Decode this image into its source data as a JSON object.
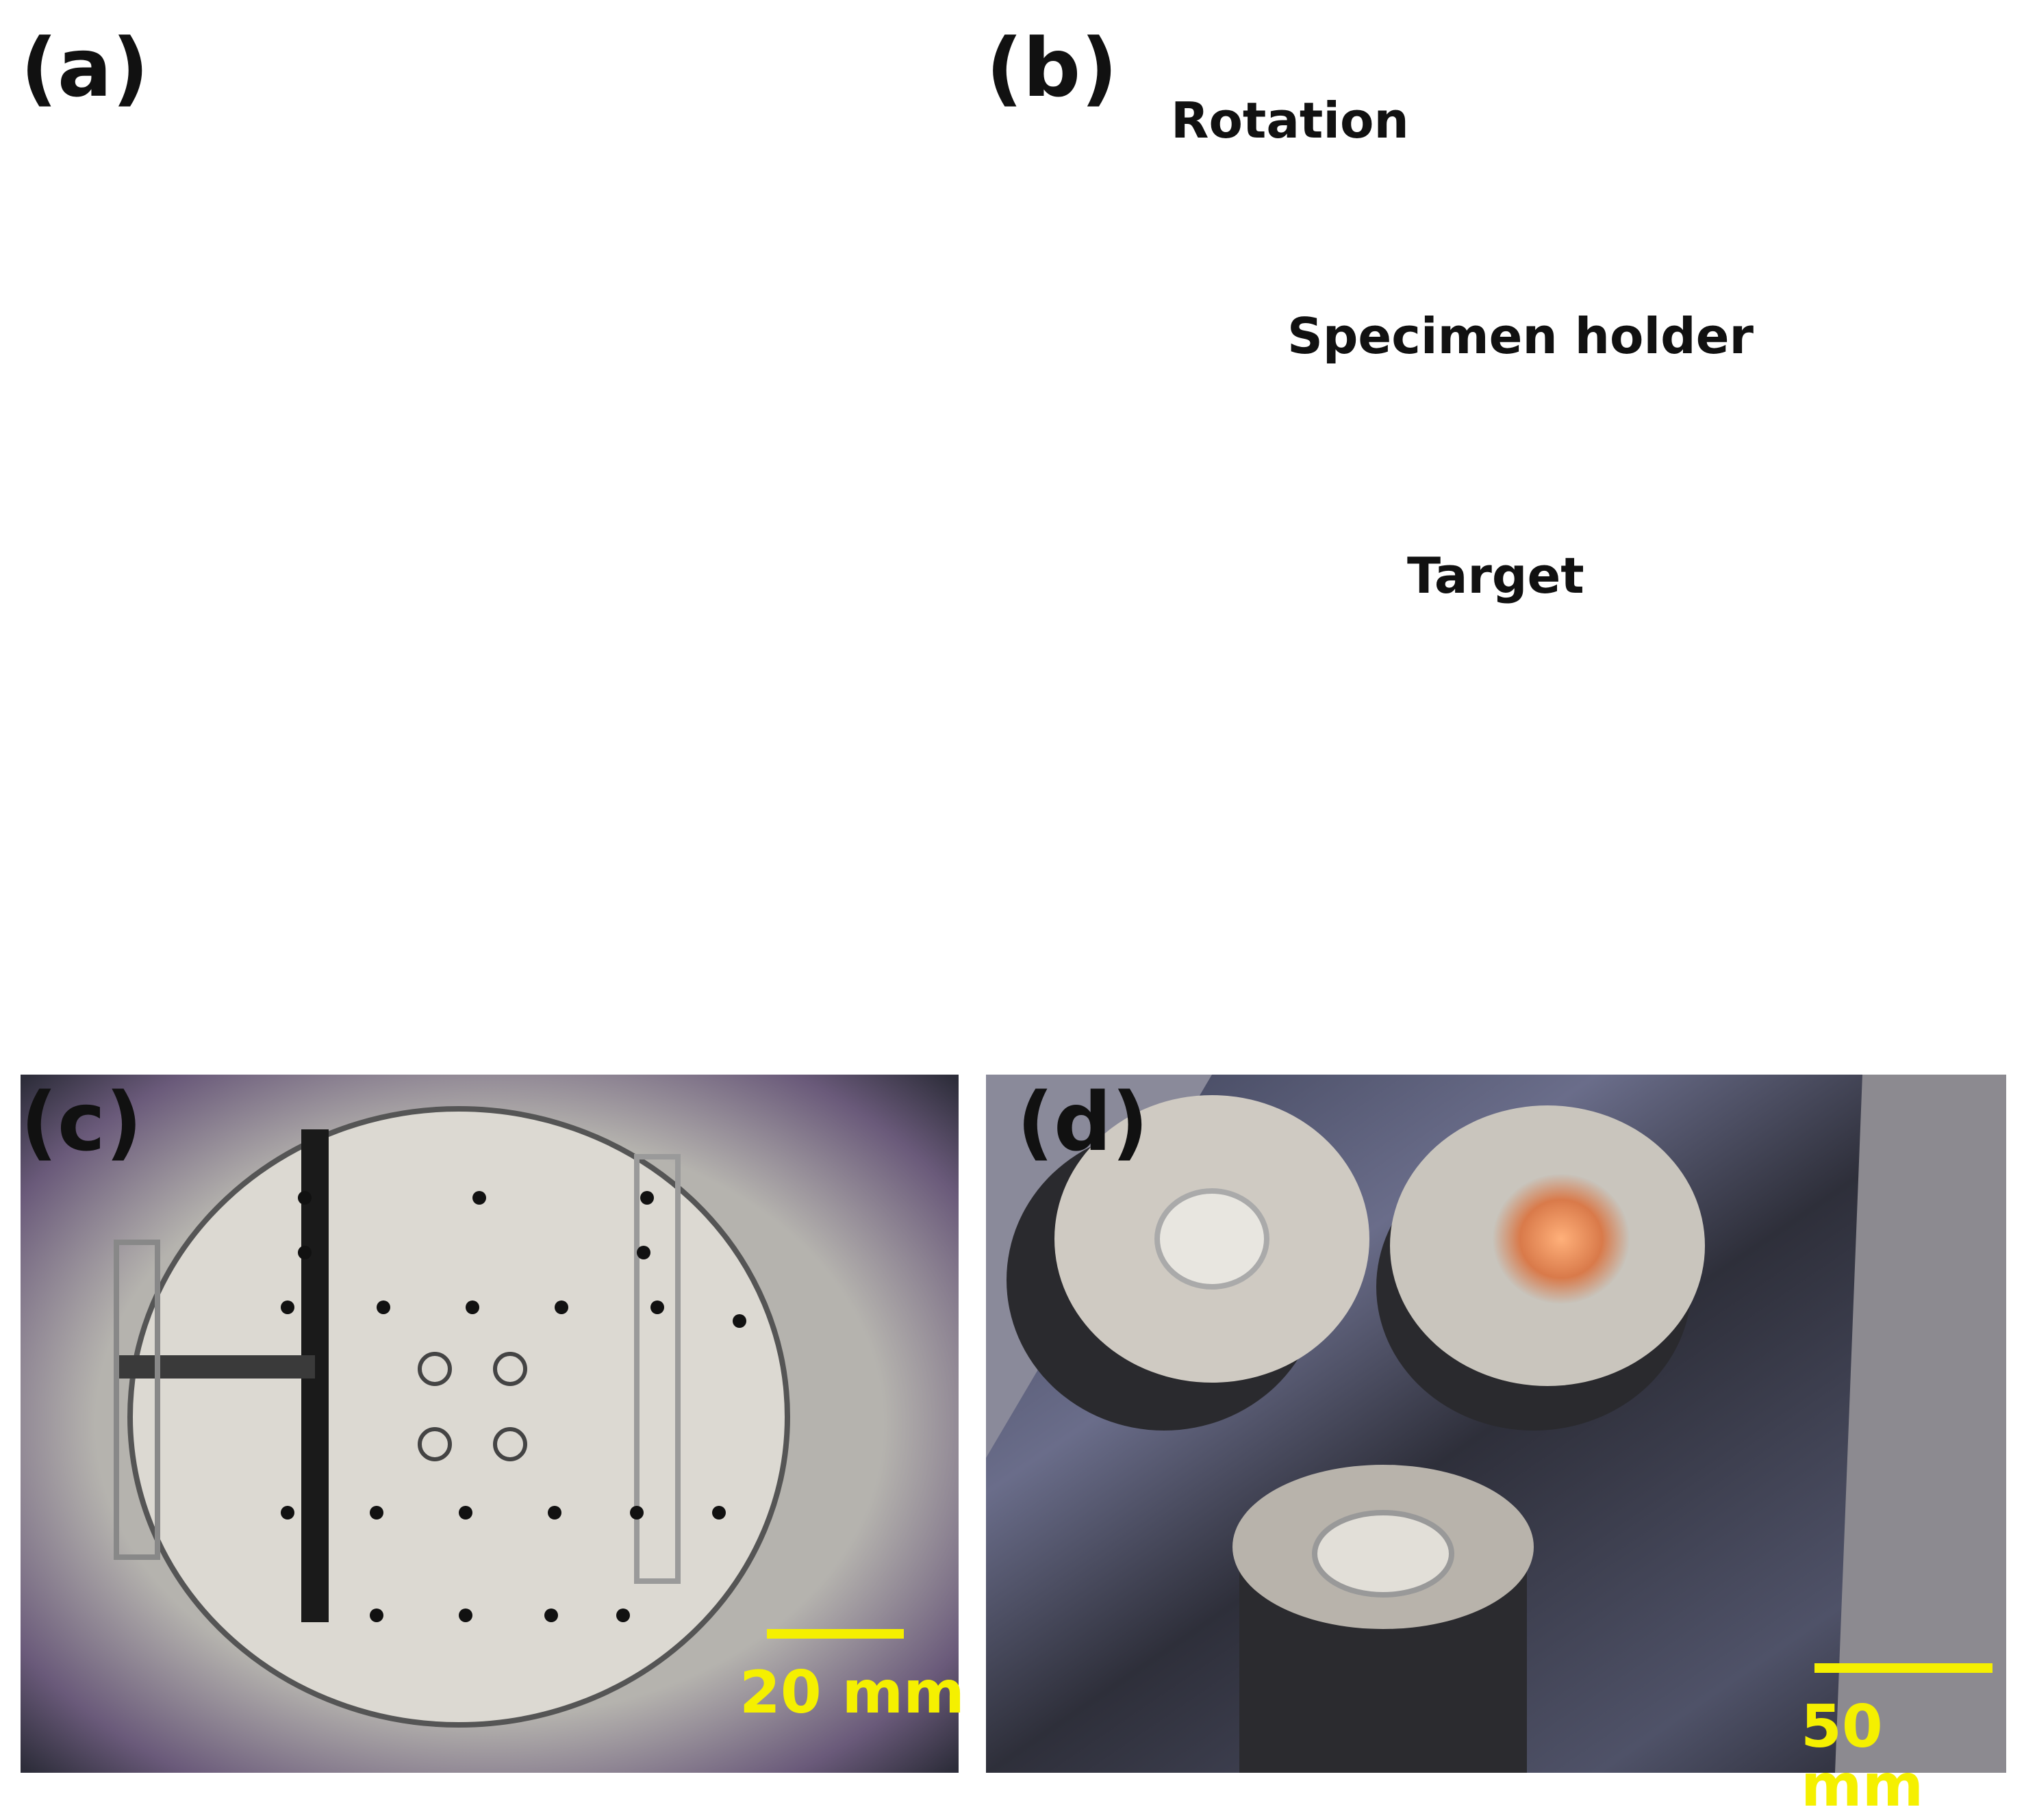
{
  "panels": {
    "a": {
      "label": "(a)"
    },
    "b": {
      "label": "(b)",
      "rotation": "Rotation",
      "specimen_holder": "Specimen holder",
      "target": "Target"
    },
    "c": {
      "label": "(c)",
      "scale_bar": "20 mm"
    },
    "d": {
      "label": "(d)",
      "scale_bar": "50 mm"
    }
  },
  "colors": {
    "scale_bar": "#f5f000",
    "label": "#111111",
    "schematic_gray": "#a6a6a6"
  }
}
